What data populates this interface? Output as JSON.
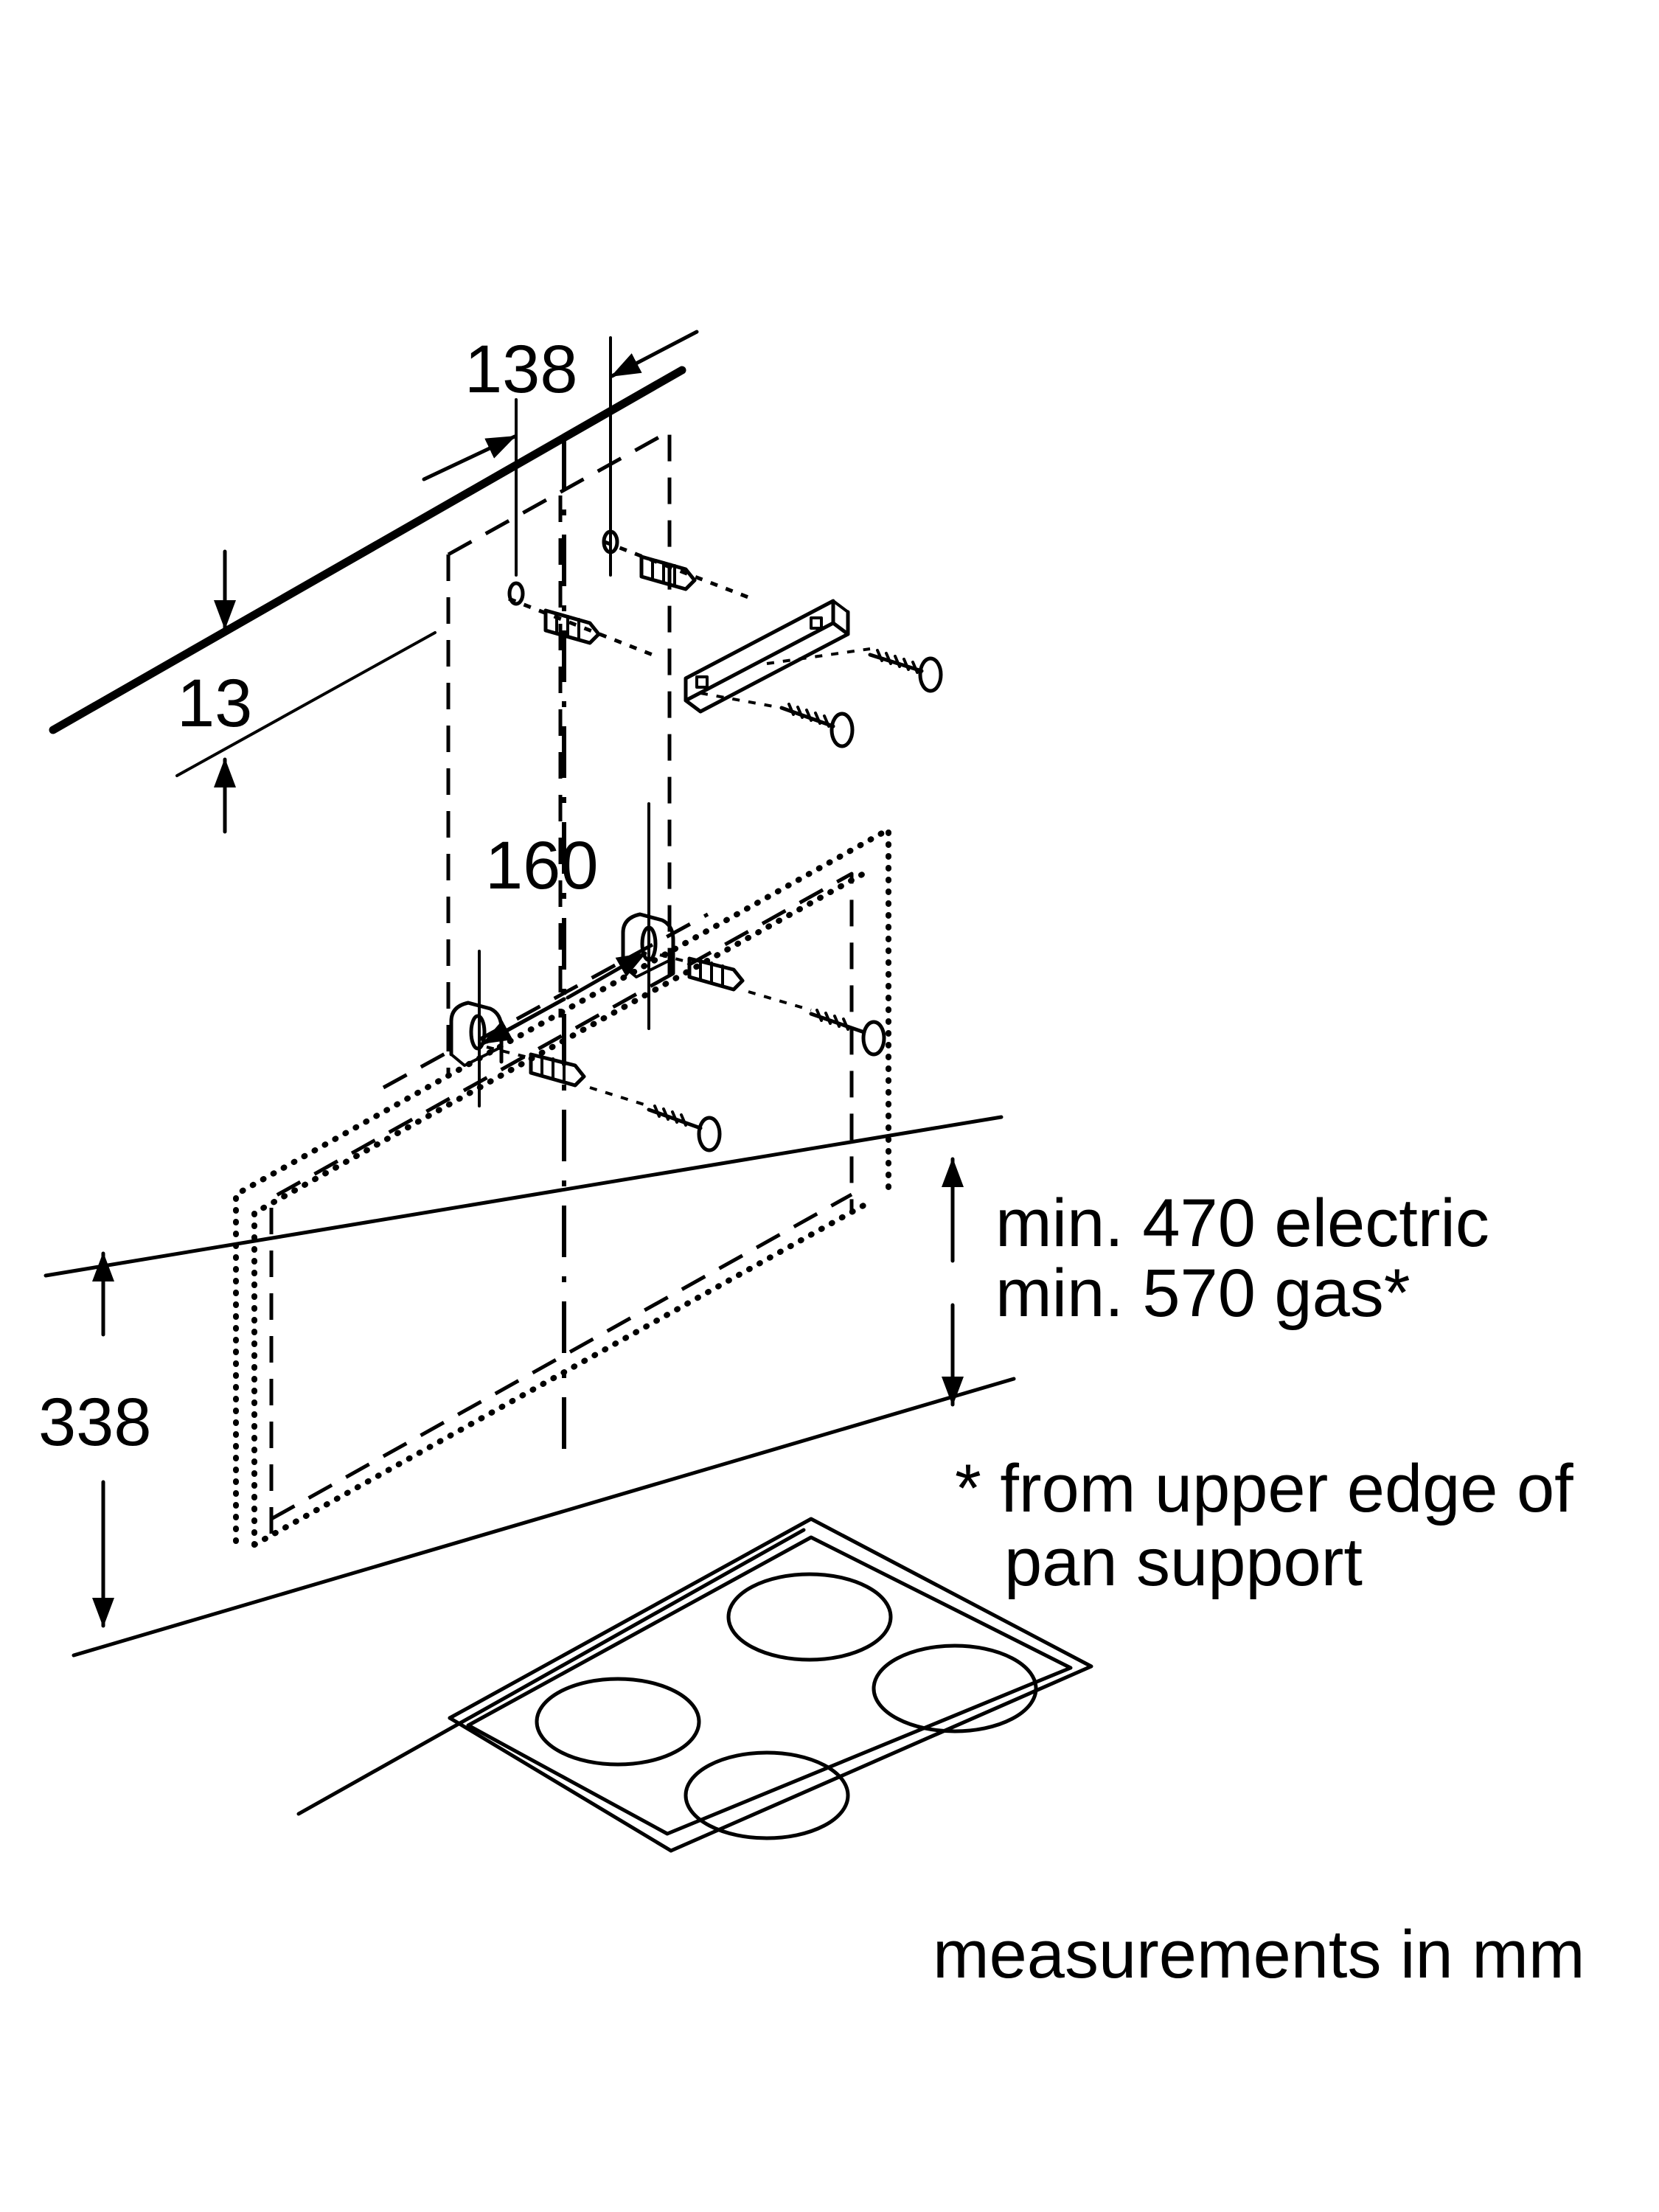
{
  "dimensions": {
    "d138": "138",
    "d13": "13",
    "d160": "160",
    "d338": "338"
  },
  "notes": {
    "min_electric": "min. 470 electric",
    "min_gas": "min. 570 gas*",
    "footnote_line1": "* from upper edge of",
    "footnote_line2": "pan support",
    "units": "measurements in mm"
  },
  "colors": {
    "ink": "#000000",
    "background": "#ffffff"
  }
}
